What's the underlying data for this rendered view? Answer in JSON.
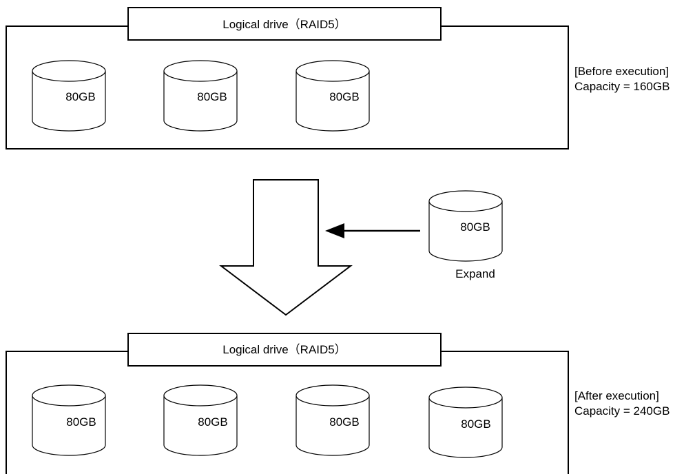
{
  "before": {
    "logical_drive_label": "Logical drive（RAID5）",
    "status_line1": "[Before execution]",
    "status_line2": "Capacity = 160GB",
    "disks": [
      "80GB",
      "80GB",
      "80GB"
    ]
  },
  "expand": {
    "disk_label": "80GB",
    "caption": "Expand"
  },
  "after": {
    "logical_drive_label": "Logical drive（RAID5）",
    "status_line1": "[After execution]",
    "status_line2": "Capacity = 240GB",
    "disks": [
      "80GB",
      "80GB",
      "80GB",
      "80GB"
    ]
  }
}
